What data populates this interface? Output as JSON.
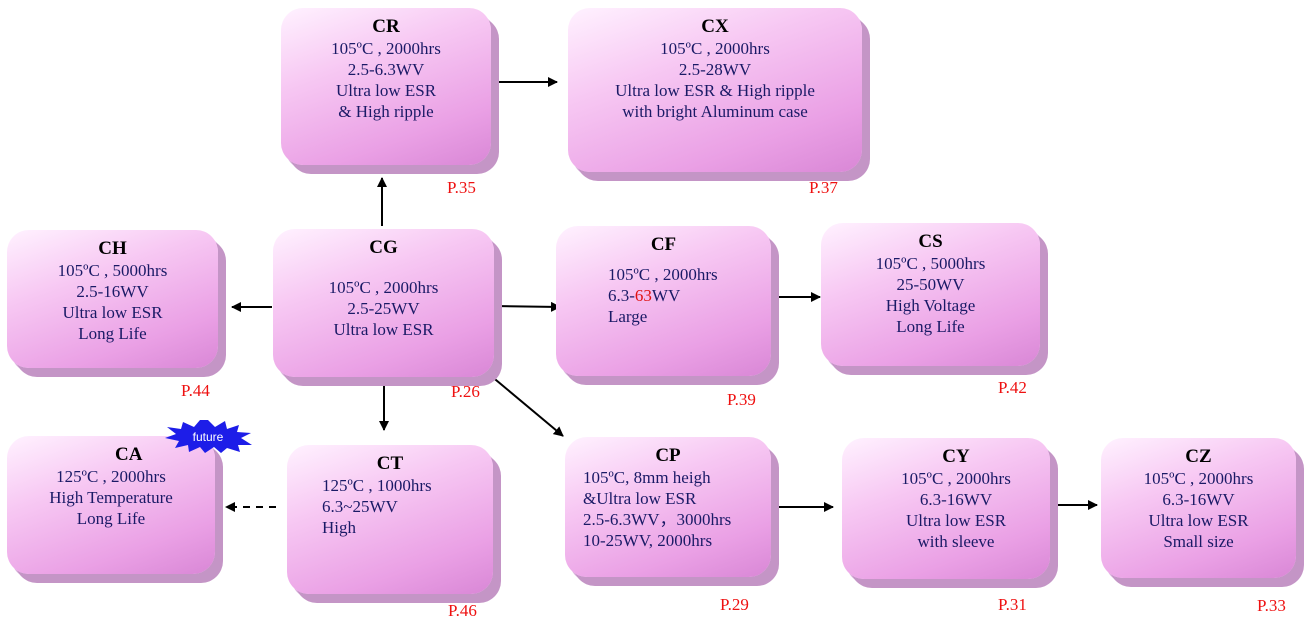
{
  "nodes": {
    "CR": {
      "title": "CR",
      "lines": [
        "105ºC , 2000hrs",
        "2.5-6.3WV",
        "Ultra low ESR",
        "& High ripple"
      ],
      "page": "P.35"
    },
    "CX": {
      "title": "CX",
      "lines": [
        "105ºC , 2000hrs",
        "2.5-28WV",
        "Ultra low ESR & High ripple",
        "with bright Aluminum case"
      ],
      "page": "P.37"
    },
    "CH": {
      "title": "CH",
      "lines": [
        "105ºC , 5000hrs",
        "2.5-16WV",
        "Ultra low ESR",
        "Long Life"
      ],
      "page": "P.44"
    },
    "CG": {
      "title": "CG",
      "lines": [
        "105ºC , 2000hrs",
        "2.5-25WV",
        "Ultra  low ESR"
      ],
      "page": "P.26"
    },
    "CF": {
      "title": "CF",
      "line1": "105ºC , 2000hrs",
      "line2_prefix": "6.3-",
      "line2_highlight": "63",
      "line2_suffix": "WV",
      "line3": "Large",
      "page": "P.39"
    },
    "CS": {
      "title": "CS",
      "lines": [
        "105ºC , 5000hrs",
        "25-50WV",
        "High Voltage",
        "Long Life"
      ],
      "page": "P.42"
    },
    "CA": {
      "title": "CA",
      "lines": [
        "125ºC , 2000hrs",
        "High Temperature",
        "Long Life"
      ],
      "badge": "future"
    },
    "CT": {
      "title": "CT",
      "lines": [
        "125ºC , 1000hrs",
        "6.3~25WV",
        "High"
      ],
      "page": "P.46"
    },
    "CP": {
      "title": "CP",
      "lines": [
        "105ºC, 8mm heigh",
        "&Ultra low ESR",
        "2.5-6.3WV，3000hrs",
        "10-25WV, 2000hrs"
      ],
      "page": "P.29"
    },
    "CY": {
      "title": "CY",
      "lines": [
        "105ºC , 2000hrs",
        "6.3-16WV",
        "Ultra  low ESR",
        "with sleeve"
      ],
      "page": "P.31"
    },
    "CZ": {
      "title": "CZ",
      "lines": [
        "105ºC , 2000hrs",
        "6.3-16WV",
        "Ultra  low ESR",
        "Small size"
      ],
      "page": "P.33"
    }
  },
  "colors": {
    "page_label": "#ee1111",
    "text": "#1a1a66",
    "box": "#f0b6ec",
    "badge": "#1a1aee"
  }
}
